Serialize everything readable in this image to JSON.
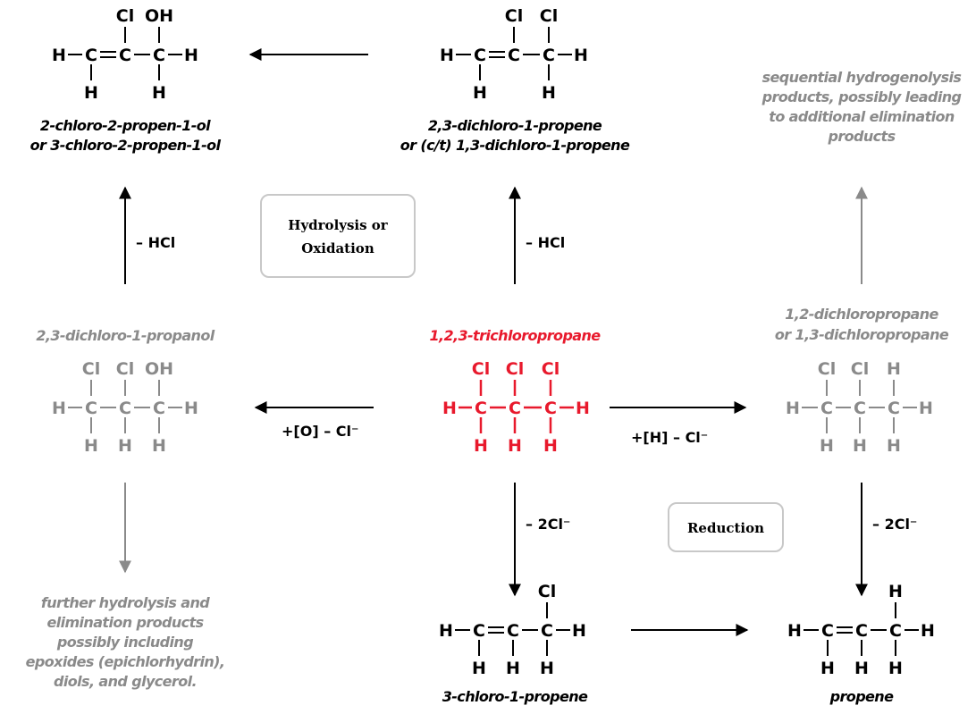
{
  "atoms": {
    "C": "C",
    "H": "H",
    "Cl": "Cl",
    "OH": "OH"
  },
  "labels": {
    "chloropropenol_1": "2-chloro-2-propen-1-ol",
    "chloropropenol_2": "or 3-chloro-2-propen-1-ol",
    "dichloropropene_1": "2,3-dichloro-1-propene",
    "dichloropropene_2": "or (c/t) 1,3-dichloro-1-propene",
    "sequential_1": "sequential hydrogenolysis",
    "sequential_2": "products, possibly leading",
    "sequential_3": "to additional elimination",
    "sequential_4": "products",
    "dichloropropanol": "2,3-dichloro-1-propanol",
    "tcp": "1,2,3-trichloropropane",
    "dichloropropane_1": "1,2-dichloropropane",
    "dichloropropane_2": "or 1,3-dichloropropane",
    "further_1": "further hydrolysis and",
    "further_2": "elimination products",
    "further_3": "possibly including",
    "further_4": "epoxides (epichlorhydrin),",
    "further_5": "diols, and glycerol.",
    "chloropropene": "3-chloro-1-propene",
    "propene": "propene"
  },
  "reagents": {
    "minus_hcl": "– HCl",
    "oxidation": "+[O] – Cl⁻",
    "hydrogenolysis": "+[H] – Cl⁻",
    "minus_2cl": "– 2Cl⁻"
  },
  "boxes": {
    "hydrolysis_line1": "Hydrolysis or",
    "hydrolysis_line2": "Oxidation",
    "reduction": "Reduction"
  },
  "colors": {
    "black": "#000000",
    "gray": "#8a8a8a",
    "red": "#e8192c"
  }
}
